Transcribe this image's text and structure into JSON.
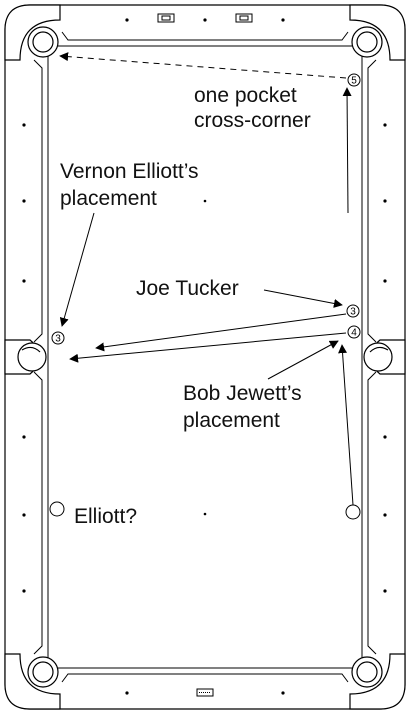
{
  "labels": {
    "one_pocket_line1": "one pocket",
    "one_pocket_line2": "cross-corner",
    "vernon_line1": "Vernon Elliott’s",
    "vernon_line2": "placement",
    "joe_tucker": "Joe Tucker",
    "bob_line1": "Bob Jewett’s",
    "bob_line2": "placement",
    "elliott_q": "Elliott?"
  },
  "balls": {
    "five": "5",
    "three_right": "3",
    "four": "4",
    "three_left": "3"
  },
  "colors": {
    "stroke": "#000000",
    "text": "#111111"
  }
}
